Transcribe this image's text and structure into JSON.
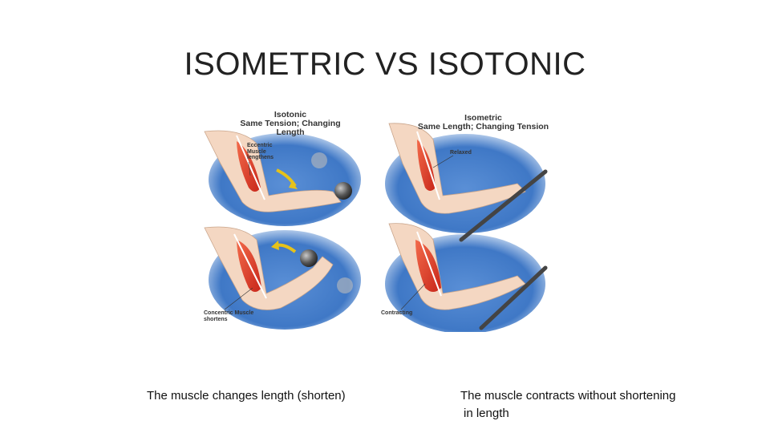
{
  "slide": {
    "title": "ISOMETRIC VS ISOTONIC"
  },
  "figure": {
    "left_header": {
      "title": "Isotonic",
      "subtitle": "Same Tension; Changing Length"
    },
    "right_header": {
      "title": "Isometric",
      "subtitle": "Same Length; Changing Tension"
    },
    "labels": {
      "eccentric": "Eccentric Muscle lengthens",
      "concentric": "Concentric Muscle shortens",
      "relaxed": "Relaxed",
      "contracting": "Contracting"
    }
  },
  "captions": {
    "left": "The muscle changes length (shorten)",
    "right_line1": "The muscle contracts without shortening",
    "right_line2": "in length"
  }
}
